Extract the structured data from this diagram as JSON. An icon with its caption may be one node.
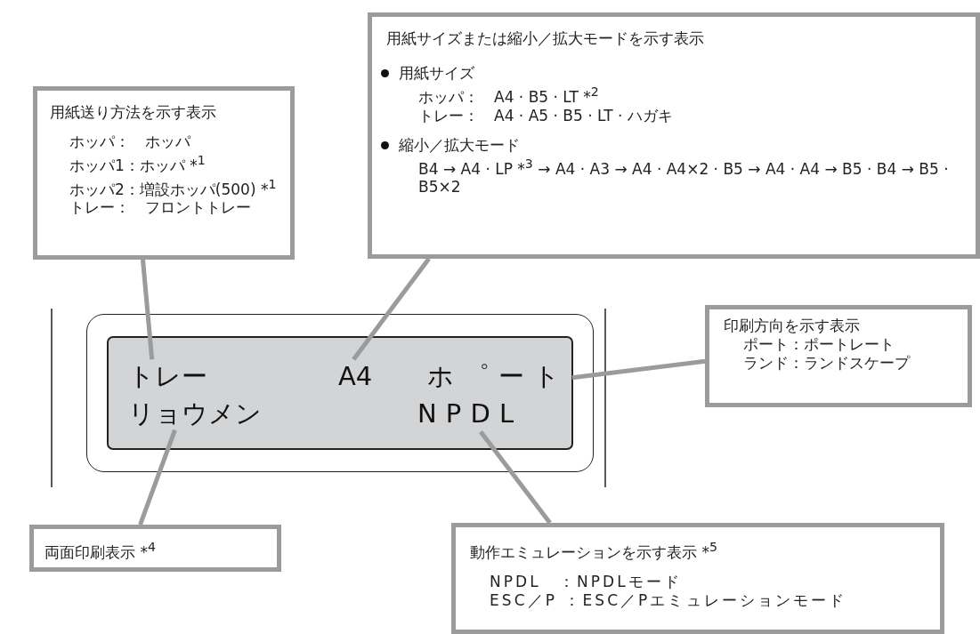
{
  "diagram": {
    "nodes": [
      {
        "text": [
          "用紙送り方法を示す表示",
          "ホッパ：　ホッパ",
          "ホッパ1：ホッパ *$^{1}$",
          "ホッパ2：増設ホッパ(500) *$^{1}$",
          "トレー：　フロントトレー"
        ]
      },
      {
        "text": [
          "用紙サイズまたは縮小／拡大モードを示す表示",
          "用紙サイズ",
          "ホッパ：　A4 · B5 · LT *$^{2}$",
          "トレー：　A4 · A5 · B5 · LT · ハガキ",
          "縮小／拡大モード",
          "B4 → A4 · LP *$^{3}$ → A4 · A3 → A4 · A4×2 · B5 → A4 · A4 → B5 · B4 → B5 · B5×2"
        ]
      },
      {
        "text": [
          "印刷方向を示す表示",
          "ポート：ポートレート",
          "ランド：ランドスケープ"
        ]
      },
      {
        "text": [
          "両面印刷表示 *$^{4}$"
        ]
      },
      {
        "text": [
          "動作エミュレーションを示す表示 *$^{5}$",
          "NPDL　：NPDLモード",
          "ESC／P ：ESC／Pエミュレーションモード"
        ]
      },
      {
        "text": [],
        "shape": "box"
      },
      {
        "text": [],
        "shape": "box",
        "in": 5
      },
      {
        "text": [
          "トレー"
        ],
        "in": 6
      },
      {
        "text": [
          "A4"
        ],
        "in": 6
      },
      {
        "text": [
          "ホ゜ート"
        ],
        "in": 6
      },
      {
        "text": [
          "リョウメン"
        ],
        "in": 6
      },
      {
        "text": [
          "NPDL"
        ],
        "in": 6
      }
    ],
    "edges": [
      {
        "from": 0,
        "to": 7,
        "arrow": "none"
      },
      {
        "from": 1,
        "to": 8,
        "arrow": "none"
      },
      {
        "from": 2,
        "to": 9,
        "arrow": "none"
      },
      {
        "from": 3,
        "to": 10,
        "arrow": "none"
      },
      {
        "from": 4,
        "to": 11,
        "arrow": "none"
      }
    ]
  }
}
